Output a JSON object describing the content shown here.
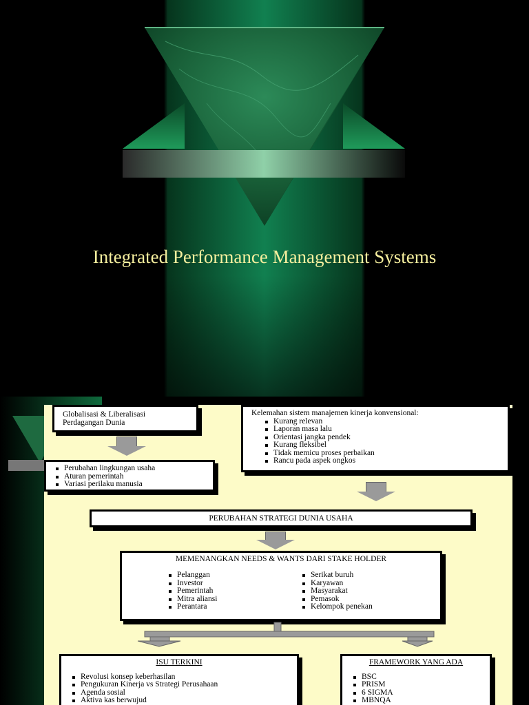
{
  "slide1": {
    "title": "Integrated Performance Management Systems",
    "colors": {
      "title": "#f6ef9e",
      "green_dark": "#06351d",
      "green_light": "#118050",
      "marble": "#1e7a48"
    }
  },
  "slide2": {
    "box_global": {
      "lines": [
        "Globalisasi & Liberalisasi",
        "Perdagangan Dunia"
      ]
    },
    "box_changes": {
      "items": [
        "Perubahan lingkungan usaha",
        "Aturan pemerintah",
        "Variasi perilaku manusia"
      ]
    },
    "box_weakness": {
      "heading": "Kelemahan sistem manajemen kinerja konvensional:",
      "items": [
        "Kurang relevan",
        "Laporan masa lalu",
        "Orientasi jangka pendek",
        "Kurang fleksibel",
        "Tidak memicu proses perbaikan",
        "Rancu pada aspek ongkos"
      ]
    },
    "box_strategy": {
      "heading": "PERUBAHAN STRATEGI DUNIA USAHA"
    },
    "box_stakeholder": {
      "heading": "MEMENANGKAN NEEDS & WANTS DARI STAKE HOLDER",
      "left_items": [
        "Pelanggan",
        "Investor",
        "Pemerintah",
        "Mitra aliansi",
        "Perantara"
      ],
      "right_items": [
        "Serikat buruh",
        "Karyawan",
        "Masyarakat",
        "Pemasok",
        "Kelompok penekan"
      ]
    },
    "box_issues": {
      "heading": "ISU TERKINI",
      "items": [
        "Revolusi konsep keberhasilan",
        "Pengukuran Kinerja vs Strategi Perusahaan",
        "Agenda sosial",
        "Aktiva kas berwujud"
      ]
    },
    "box_framework": {
      "heading": "FRAMEWORK YANG ADA",
      "items": [
        "BSC",
        "PRISM",
        "6 SIGMA",
        "MBNQA"
      ]
    },
    "colors": {
      "paper": "#fdfbc8",
      "arrow": "#9a9a9a"
    }
  }
}
